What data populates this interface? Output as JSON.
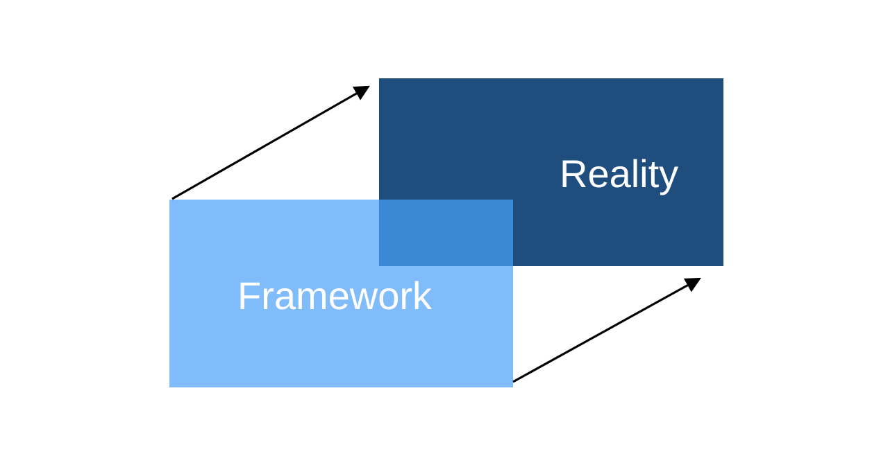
{
  "diagram": {
    "reality": {
      "label": "Reality",
      "color": "#1f4e7e"
    },
    "framework": {
      "label": "Framework",
      "color": "#80bcfa"
    },
    "overlap": {
      "color": "#3b88d4"
    },
    "arrows": {
      "color": "#000000",
      "items": [
        {
          "from": "framework-top-left",
          "to": "reality-top-left"
        },
        {
          "from": "framework-bottom-right",
          "to": "reality-bottom-right"
        }
      ]
    }
  }
}
